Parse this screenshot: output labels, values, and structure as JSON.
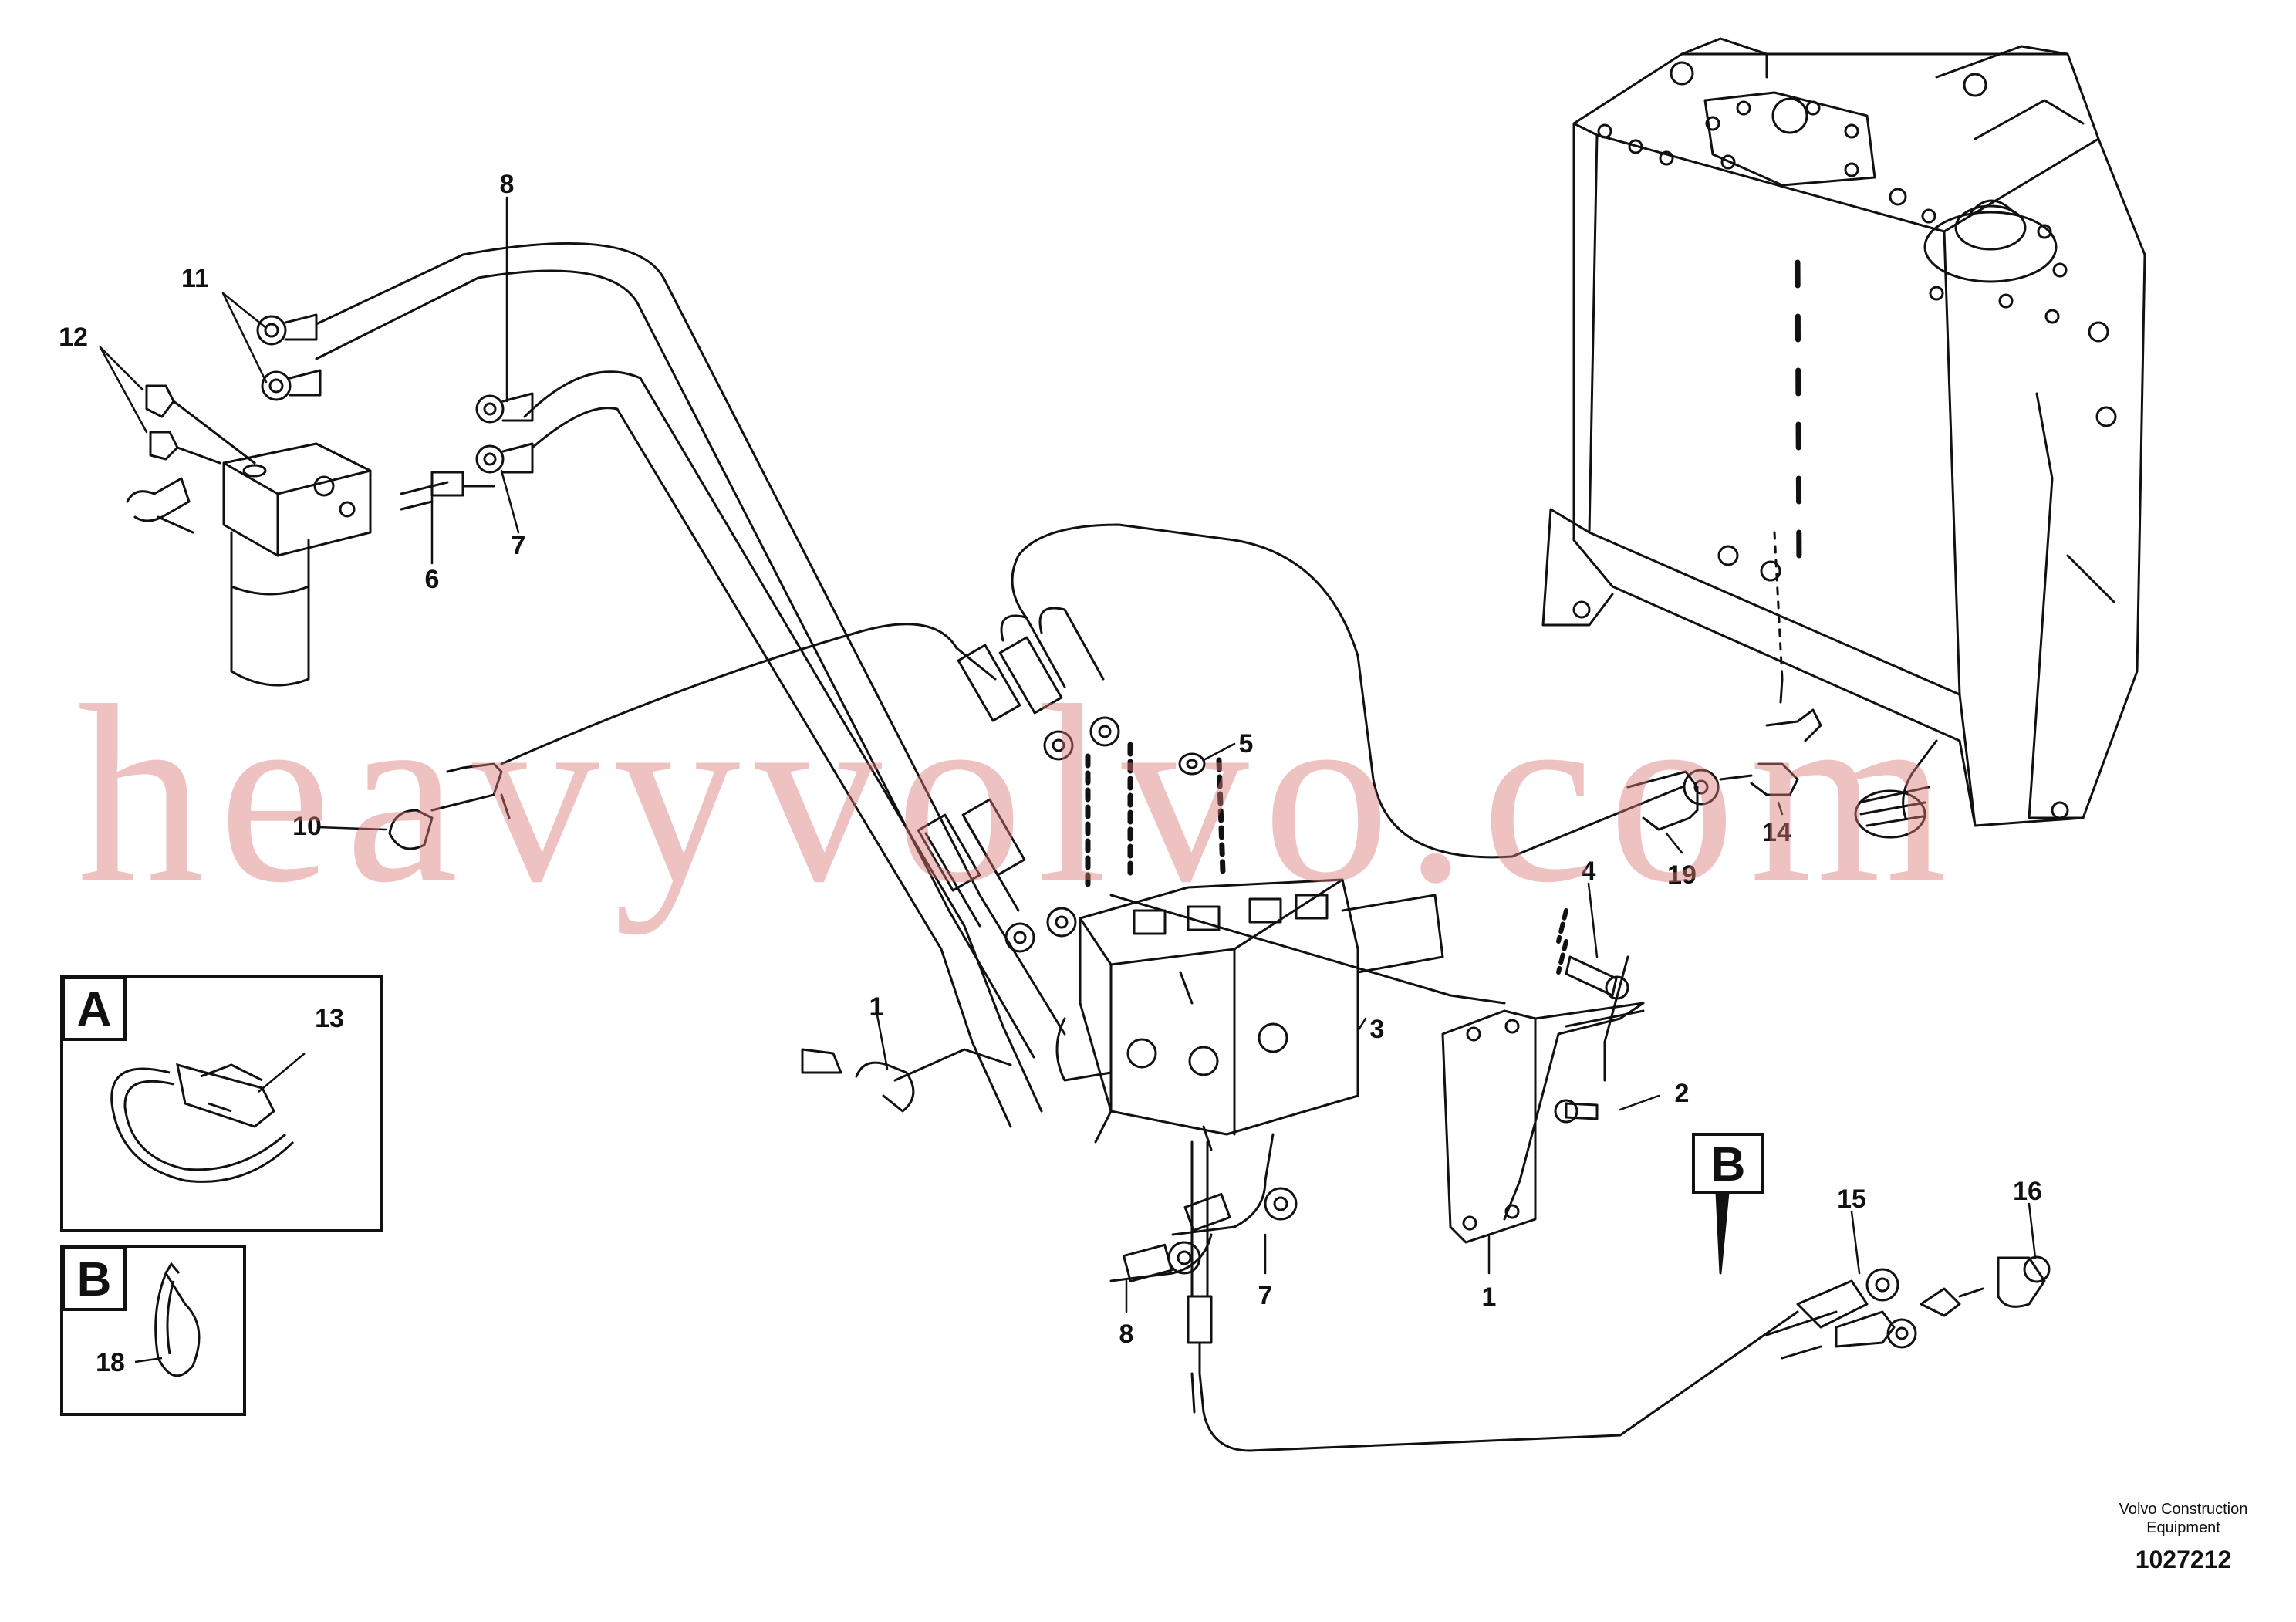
{
  "watermark": "heavyvolvo.com",
  "footer": {
    "company_line1": "Volvo Construction",
    "company_line2": "Equipment",
    "drawing_number": "1027212"
  },
  "callouts": {
    "c1a": "1",
    "c1b": "1",
    "c2": "2",
    "c3": "3",
    "c4": "4",
    "c5": "5",
    "c6": "6",
    "c7a": "7",
    "c7b": "7",
    "c8a": "8",
    "c8b": "8",
    "c10": "10",
    "c11": "11",
    "c12": "12",
    "c13": "13",
    "c14": "14",
    "c15": "15",
    "c16": "16",
    "c18": "18",
    "c19": "19"
  },
  "detail_boxes": {
    "A": "A",
    "B": "B",
    "B_pointer": "B"
  }
}
